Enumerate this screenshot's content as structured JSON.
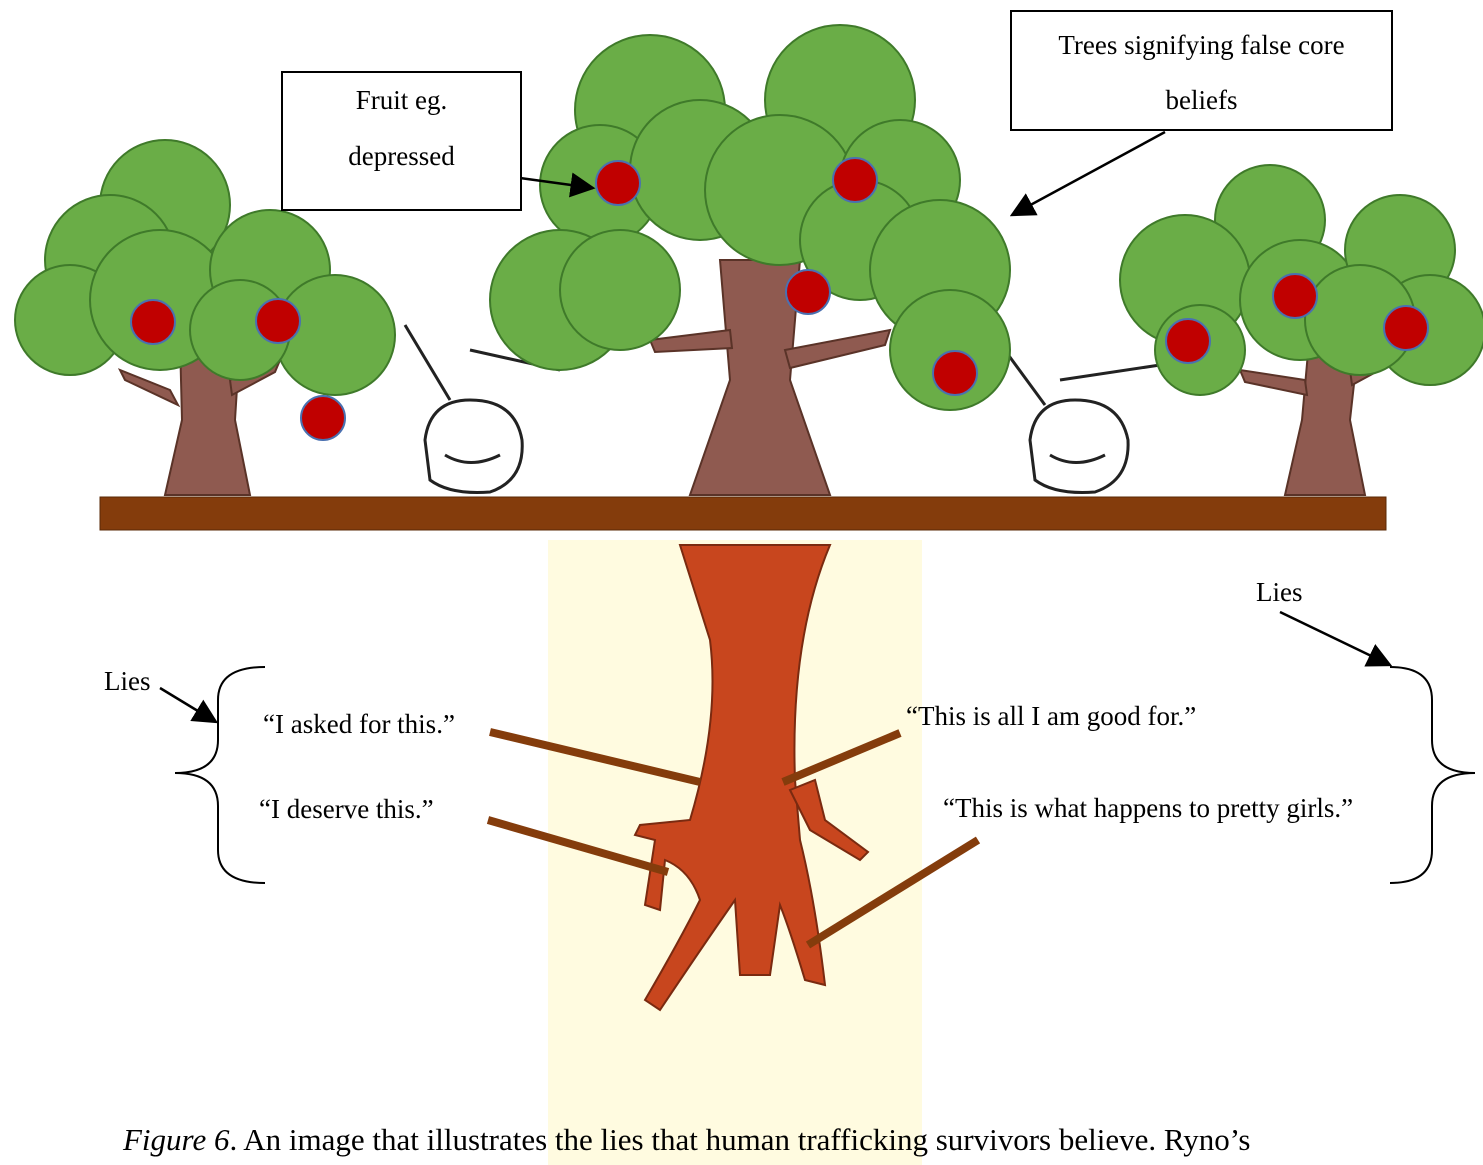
{
  "callouts": {
    "fruit_line1": "Fruit eg.",
    "fruit_line2": "depressed",
    "trees_line1": "Trees signifying false core",
    "trees_line2": "beliefs"
  },
  "lies_left_label": "Lies",
  "lies_right_label": "Lies",
  "lies": {
    "asked": "“I asked for this.”",
    "deserve": "“I deserve this.”",
    "good_for": "“This is all I am good for.”",
    "pretty": "“This is what happens to pretty girls.”"
  },
  "caption": {
    "figure_label": "Figure 6",
    "text": ". An image that illustrates the lies that human trafficking survivors believe. Ryno’s"
  },
  "colors": {
    "foliage": "#6aad47",
    "foliage_stroke": "#3f7a2a",
    "fruit": "#c00000",
    "fruit_stroke": "#4a70b0",
    "trunk": "#8f5a50",
    "ground": "#843c0c",
    "root": "#c8461e",
    "root_bg": "#fffbe0",
    "pointer": "#843c0c"
  }
}
